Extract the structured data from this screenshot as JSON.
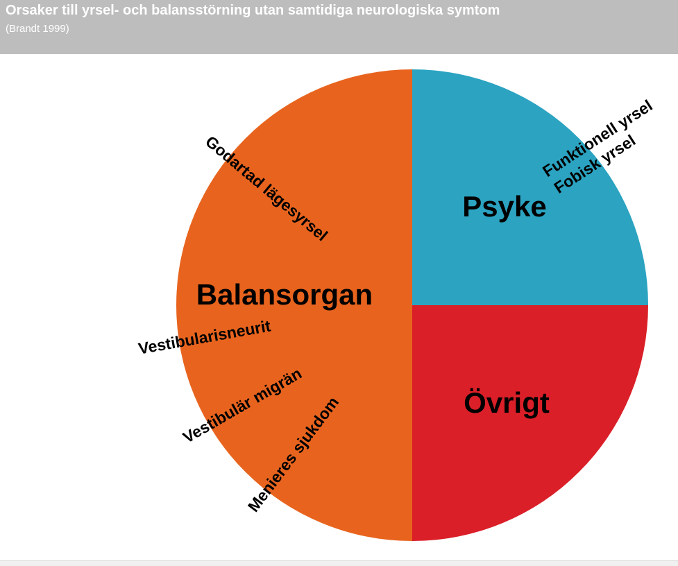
{
  "header": {
    "title": "Orsaker till yrsel- och balansstörning utan samtidiga neurologiska symtom",
    "subtitle": "(Brandt 1999)"
  },
  "chart_data": {
    "type": "pie",
    "title": "Orsaker till yrsel- och balansstörning utan samtidiga neurologiska symtom",
    "subtitle": "(Brandt 1999)",
    "slices": [
      {
        "label": "Psyke",
        "value": 25,
        "color": "#2ba3c1",
        "sublabels": [
          "Funktionell yrsel",
          "Fobisk yrsel"
        ]
      },
      {
        "label": "Övrigt",
        "value": 25,
        "color": "#da1f28",
        "sublabels": []
      },
      {
        "label": "Balansorgan",
        "value": 50,
        "color": "#e8641e",
        "sublabels": [
          "Godartad lägesyrsel",
          "Vestibularisneurit",
          "Vestibulär migrän",
          "Menieres sjukdom"
        ]
      }
    ]
  }
}
